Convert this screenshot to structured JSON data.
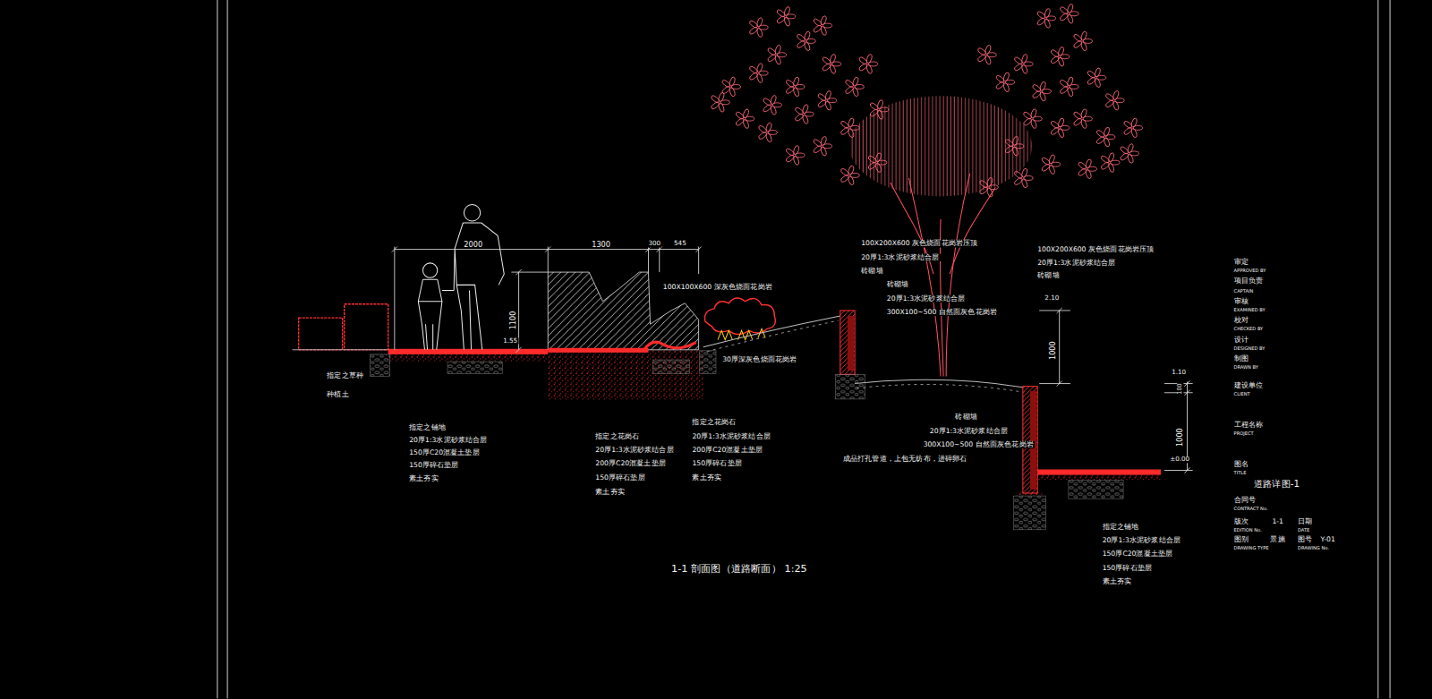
{
  "diagram": {
    "caption": "1-1 剖面图（道路断面） 1:25",
    "labels": [
      "2000",
      "1300",
      "300",
      "545",
      "1100",
      "1.55",
      "100X100X600 深灰色烧面花岗岩",
      "30厚深灰色烧面花岗岩",
      "指定之草种",
      "种植土",
      "指定之铺地",
      "20厚1:3水泥砂浆结合层",
      "150厚C20混凝土垫层",
      "150厚碎石垫层",
      "素土夯实",
      "指定之花岗石",
      "20厚1:3水泥砂浆结合层",
      "200厚C20混凝土垫层",
      "150厚碎石垫层",
      "素土夯实",
      "指定之花岗石",
      "20厚1:3水泥砂浆结合层",
      "200厚C20混凝土垫层",
      "150厚碎石垫层",
      "素土夯实",
      "100X200X600 灰色烧面花岗岩压顶",
      "20厚1:3水泥砂浆结合层",
      "砖砌墙",
      "砖砌墙",
      "20厚1:3水泥砂浆结合层",
      "300X100~500 自然面灰色花岗岩",
      "100X200X600 灰色烧面花岗岩压顶",
      "20厚1:3水泥砂浆结合层",
      "砖砌墙",
      "2.10",
      "1000",
      "砖砌墙",
      "20厚1:3水泥砂浆结合层",
      "300X100~500 自然面灰色花岗岩",
      "成品打孔管道，上包无纺布，进碎卵石",
      "1.10",
      "100",
      "1000",
      "±0.00",
      "指定之铺地",
      "20厚1:3水泥砂浆结合层",
      "150厚C20混凝土垫层",
      "150厚碎石垫层",
      "素土夯实",
      "审定",
      "APPROVED BY",
      "项目负责",
      "CAPTAIN",
      "审核",
      "EXAMINED BY",
      "校对",
      "CHECKED BY",
      "设计",
      "DESIGNED BY",
      "制图",
      "DRAWN BY",
      "建设单位",
      "CLIENT",
      "工程名称",
      "PROJECT",
      "图名",
      "TITLE",
      "道路详图-1",
      "合同号",
      "CONTRACT No.",
      "版次",
      "1-1",
      "日期",
      "EDITION No.",
      "DATE",
      "图别",
      "景施",
      "图号",
      "Y-01",
      "DRAWING TYPE",
      "DRAWING No."
    ]
  }
}
